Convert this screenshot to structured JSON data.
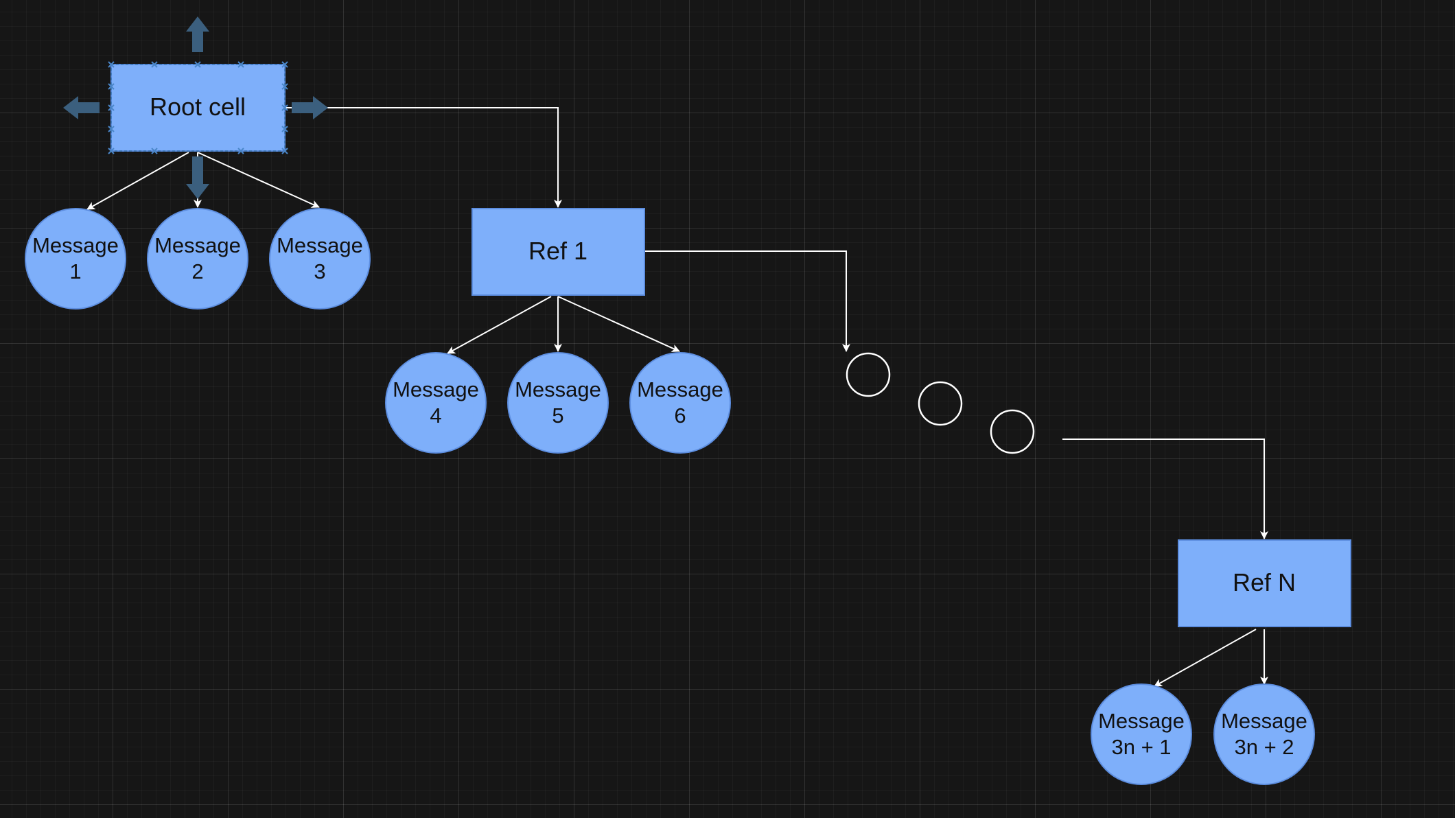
{
  "diagram": {
    "colors": {
      "background": "#161616",
      "node_fill": "#7eaffa",
      "node_stroke": "#5d8ee0",
      "edge": "#ffffff",
      "handle": "#3b5f7e"
    },
    "nodes": {
      "root": {
        "label": "Root cell"
      },
      "ref1": {
        "label": "Ref 1"
      },
      "refn": {
        "label": "Ref N"
      },
      "msg1": {
        "line1": "Message",
        "line2": "1"
      },
      "msg2": {
        "line1": "Message",
        "line2": "2"
      },
      "msg3": {
        "line1": "Message",
        "line2": "3"
      },
      "msg4": {
        "line1": "Message",
        "line2": "4"
      },
      "msg5": {
        "line1": "Message",
        "line2": "5"
      },
      "msg6": {
        "line1": "Message",
        "line2": "6"
      },
      "msg3n1": {
        "line1": "Message",
        "line2": "3n + 1"
      },
      "msg3n2": {
        "line1": "Message",
        "line2": "3n + 2"
      }
    },
    "selected_node": "root",
    "ellipsis_icon": "ellipsis-circles"
  }
}
